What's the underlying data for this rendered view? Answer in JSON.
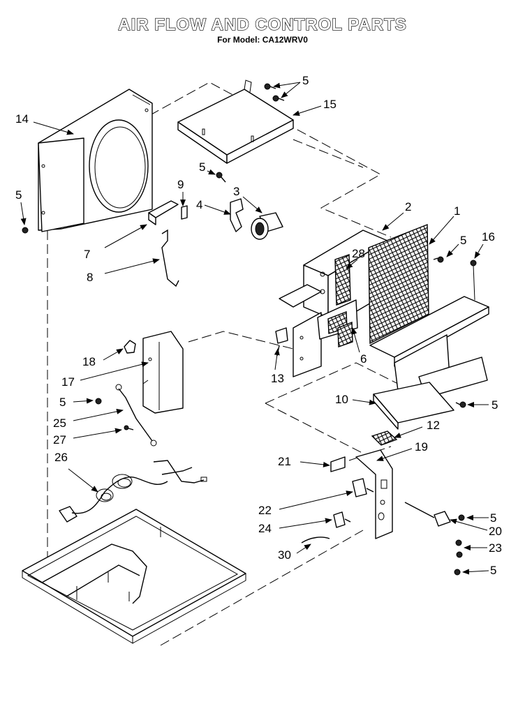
{
  "title": "AIR FLOW AND CONTROL PARTS",
  "subtitle": "For Model: CA12WRV0",
  "callouts": [
    "1",
    "2",
    "3",
    "4",
    "5",
    "6",
    "7",
    "8",
    "9",
    "10",
    "12",
    "13",
    "14",
    "15",
    "16",
    "17",
    "18",
    "19",
    "20",
    "21",
    "22",
    "23",
    "24",
    "25",
    "26",
    "27",
    "28",
    "30"
  ]
}
